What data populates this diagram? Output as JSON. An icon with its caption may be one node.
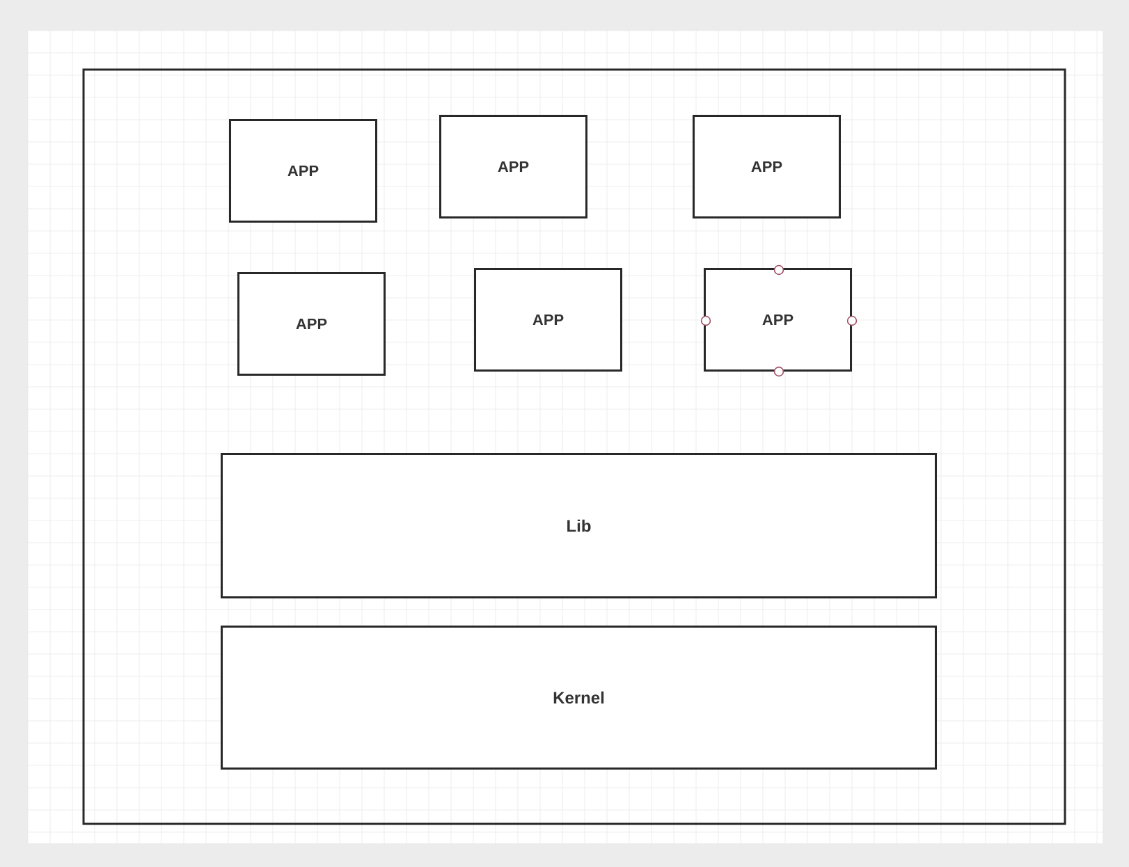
{
  "diagram": {
    "nodes": [
      {
        "text": [],
        "shape": "box"
      },
      {
        "text": [
          "APP"
        ],
        "in": 0
      },
      {
        "text": [
          "APP"
        ],
        "in": 0
      },
      {
        "text": [
          "APP"
        ],
        "in": 0
      },
      {
        "text": [
          "APP"
        ],
        "in": 0
      },
      {
        "text": [
          "APP"
        ],
        "in": 0
      },
      {
        "text": [
          "APP"
        ],
        "in": 0
      },
      {
        "text": [
          "Lib"
        ],
        "in": 0
      },
      {
        "text": [
          "Kernel"
        ],
        "in": 0
      }
    ]
  }
}
